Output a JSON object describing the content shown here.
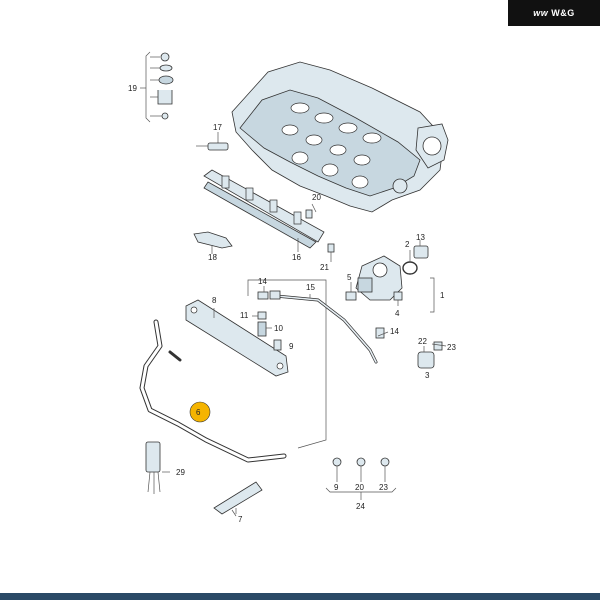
{
  "brand": {
    "logo_text": "W&G",
    "logo_mark": "ᴡᴡ"
  },
  "callouts": {
    "c19": "19",
    "c17": "17",
    "c20a": "20",
    "c13": "13",
    "c2": "2",
    "c18": "18",
    "c16": "16",
    "c21": "21",
    "c5": "5",
    "c1": "1",
    "c14a": "14",
    "c15": "15",
    "c8": "8",
    "c4": "4",
    "c11": "11",
    "c10": "10",
    "c14b": "14",
    "c9a": "9",
    "c22": "22",
    "c3": "3",
    "c23a": "23",
    "c6": "6",
    "c29": "29",
    "c7": "7",
    "c9b": "9",
    "c20b": "20",
    "c23b": "23",
    "c24": "24"
  }
}
